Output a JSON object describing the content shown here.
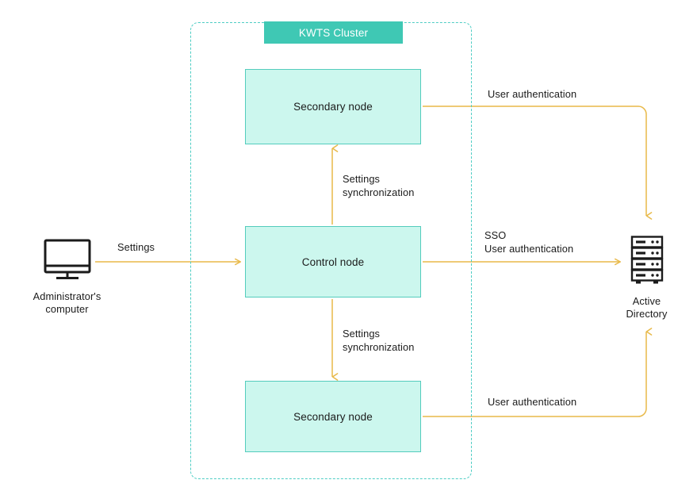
{
  "diagram": {
    "title": "KWTS Cluster",
    "cluster": {
      "label": "KWTS Cluster",
      "accent_color": "#3fc8b4",
      "border_color": "#4ecdc4"
    },
    "nodes": [
      {
        "id": "secondary-top",
        "label": "Secondary node",
        "fill": "#ccf7ee",
        "stroke": "#54ccbd"
      },
      {
        "id": "control",
        "label": "Control node",
        "fill": "#ccf7ee",
        "stroke": "#54ccbd"
      },
      {
        "id": "secondary-bottom",
        "label": "Secondary node",
        "fill": "#ccf7ee",
        "stroke": "#54ccbd"
      }
    ],
    "endpoints": [
      {
        "id": "admin",
        "caption": "Administrator's\ncomputer",
        "icon": "monitor-icon"
      },
      {
        "id": "active-directory",
        "caption": "Active\nDirectory",
        "icon": "server-rack-icon"
      }
    ],
    "connections": [
      {
        "id": "settings",
        "label": "Settings",
        "from": "admin",
        "to": "control",
        "color": "#e8b949"
      },
      {
        "id": "sync-top",
        "label": "Settings\nsynchronization",
        "from": "control",
        "to": "secondary-top",
        "color": "#e8b949"
      },
      {
        "id": "sync-bottom",
        "label": "Settings\nsynchronization",
        "from": "control",
        "to": "secondary-bottom",
        "color": "#e8b949"
      },
      {
        "id": "auth-top",
        "label": "User authentication",
        "from": "secondary-top",
        "to": "active-directory",
        "color": "#e8b949"
      },
      {
        "id": "sso-control",
        "label": "SSO\nUser authentication",
        "from": "control",
        "to": "active-directory",
        "color": "#e8b949"
      },
      {
        "id": "auth-bottom",
        "label": "User authentication",
        "from": "secondary-bottom",
        "to": "active-directory",
        "color": "#e8b949"
      }
    ],
    "palette": {
      "arrow": "#e8b949",
      "node_fill": "#ccf7ee",
      "node_stroke": "#54ccbd",
      "cluster_chip": "#3fc8b4",
      "text": "#1b1b1b",
      "background": "#ffffff"
    }
  }
}
